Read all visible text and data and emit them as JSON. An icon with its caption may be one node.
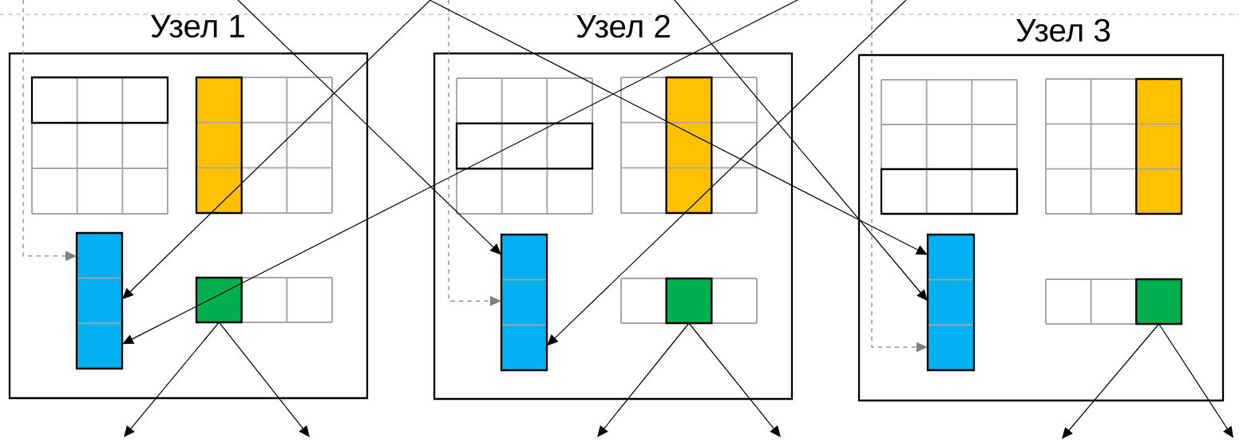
{
  "diagram": {
    "nodes": [
      {
        "text": [
          "Узел 1"
        ]
      },
      {
        "text": [],
        "shape": "box",
        "in": 0
      },
      {
        "text": [],
        "shape": "box",
        "in": 0
      },
      {
        "text": [],
        "shape": "bar",
        "in": 0
      },
      {
        "text": [],
        "shape": "box",
        "in": 0
      },
      {
        "text": [
          "Узел 2"
        ]
      },
      {
        "text": [],
        "shape": "box",
        "in": 5
      },
      {
        "text": [],
        "shape": "box",
        "in": 5
      },
      {
        "text": [],
        "shape": "bar",
        "in": 5
      },
      {
        "text": [],
        "shape": "box",
        "in": 5
      },
      {
        "text": [
          "Узел 3"
        ]
      },
      {
        "text": [],
        "shape": "box",
        "in": 10
      },
      {
        "text": [],
        "shape": "box",
        "in": 10
      },
      {
        "text": [],
        "shape": "bar",
        "in": 10
      },
      {
        "text": [],
        "shape": "box",
        "in": 10
      }
    ],
    "edges": [
      {
        "from": null,
        "to": 3,
        "arrow": "to"
      },
      {
        "from": null,
        "to": 3,
        "arrow": "to"
      },
      {
        "from": null,
        "to": 3,
        "arrow": "to",
        "style": "dashed",
        "color": "#808080"
      },
      {
        "from": 4,
        "to": null,
        "arrow": "to"
      },
      {
        "from": 4,
        "to": null,
        "arrow": "to"
      },
      {
        "from": null,
        "to": 8,
        "arrow": "to"
      },
      {
        "from": null,
        "to": 8,
        "arrow": "to",
        "style": "dashed",
        "color": "#808080"
      },
      {
        "from": null,
        "to": 8,
        "arrow": "to"
      },
      {
        "from": 9,
        "to": null,
        "arrow": "to"
      },
      {
        "from": 9,
        "to": null,
        "arrow": "to"
      },
      {
        "from": null,
        "to": 13,
        "arrow": "to"
      },
      {
        "from": null,
        "to": 13,
        "arrow": "to"
      },
      {
        "from": null,
        "to": 13,
        "arrow": "to",
        "style": "dashed",
        "color": "#808080"
      },
      {
        "from": 14,
        "to": null,
        "arrow": "to"
      },
      {
        "from": 14,
        "to": null,
        "arrow": "to"
      }
    ]
  }
}
